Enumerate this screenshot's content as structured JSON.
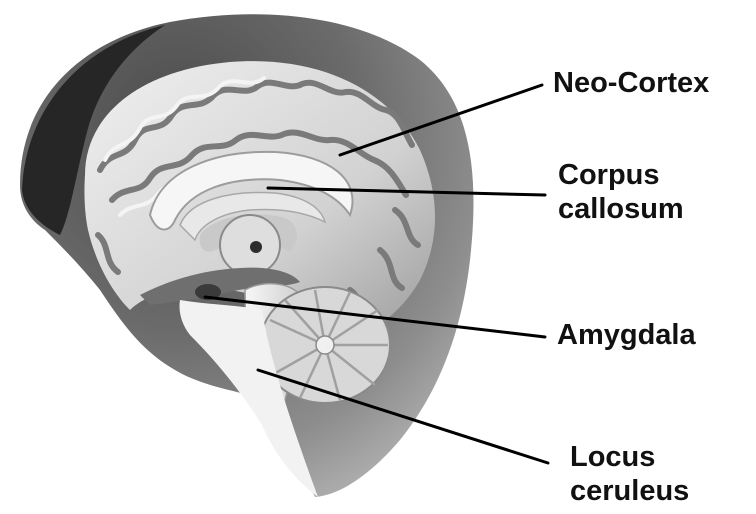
{
  "labels": {
    "neo_cortex": "Neo-Cortex",
    "corpus_callosum": [
      "Corpus",
      "callosum"
    ],
    "amygdala": "Amygdala",
    "locus_ceruleus": [
      "Locus",
      "ceruleus"
    ]
  },
  "colors": {
    "background": "#ffffff",
    "text": "#111111",
    "leader_line": "#000000",
    "brain_dark": "#2a2a2a",
    "brain_mid": "#8c8c8c",
    "brain_light": "#e6e6e6"
  }
}
